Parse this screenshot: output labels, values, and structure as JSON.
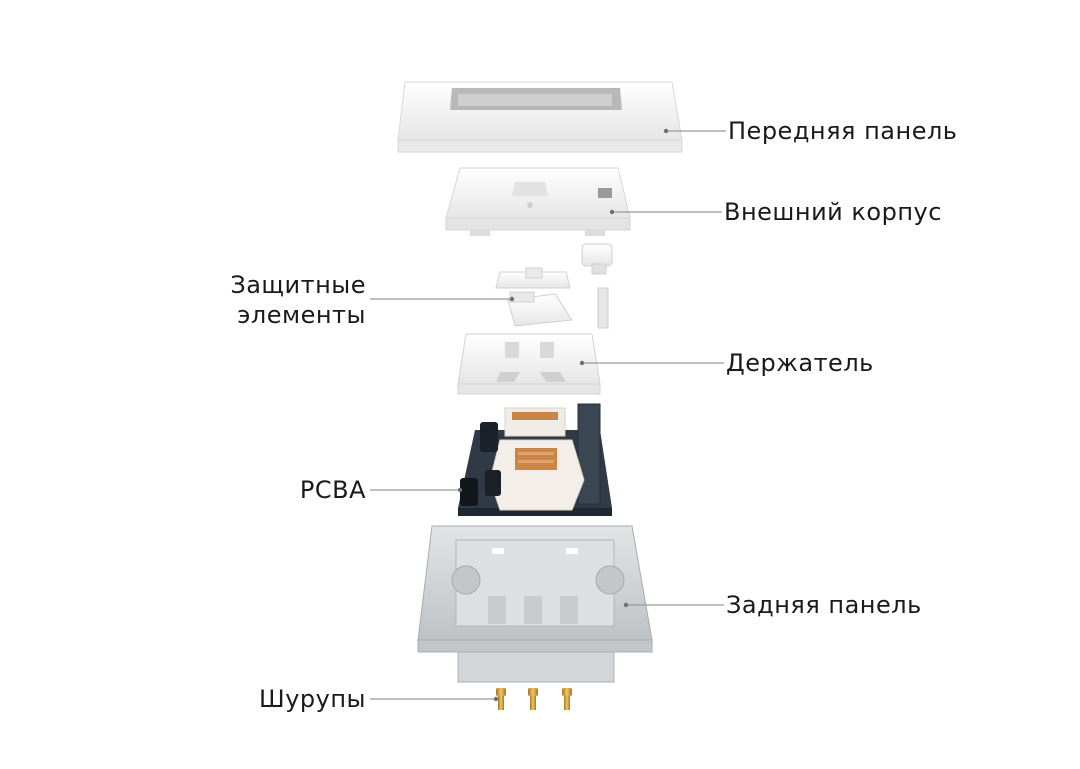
{
  "labels": {
    "front_panel": "Передняя панель",
    "outer_case": "Внешний корпус",
    "protective_line1": "Защитные",
    "protective_line2": "элементы",
    "holder": "Держатель",
    "pcba": "PCBA",
    "back_panel": "Задняя панель",
    "screws": "Шурупы"
  },
  "colors": {
    "text": "#1a1a1a",
    "leader": "#9a9a9a",
    "white_part": "#f4f4f4",
    "part_shadow": "#dcdcdc",
    "back_panel": "#cfd1d3",
    "pcb": "#2f3a46",
    "relay": "#f1ede6",
    "copper": "#c9864a",
    "screw": "#c8982f"
  }
}
